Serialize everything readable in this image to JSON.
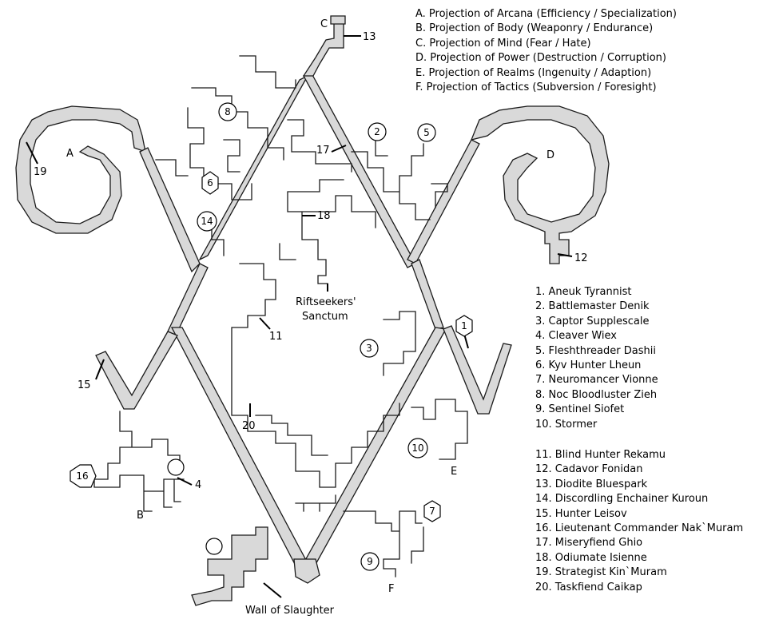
{
  "projections": [
    "A. Projection of Arcana (Efficiency / Specialization)",
    "B. Projection of Body (Weaponry / Endurance)",
    "C. Projection of Mind (Fear / Hate)",
    "D. Projection of Power (Destruction / Corruption)",
    "E. Projection of Realms (Ingenuity / Adaption)",
    "F. Projection of Tactics (Subversion / Foresight)"
  ],
  "npcs_group1": [
    "1. Aneuk Tyrannist",
    "2. Battlemaster Denik",
    "3. Captor Supplescale",
    "4. Cleaver Wiex",
    "5. Fleshthreader Dashii",
    "6. Kyv Hunter Lheun",
    "7. Neuromancer Vionne",
    "8. Noc Bloodluster Zieh",
    "9. Sentinel Siofet",
    "10. Stormer"
  ],
  "npcs_group2": [
    "11. Blind Hunter Rekamu",
    "12. Cadavor Fonidan",
    "13. Diodite Bluespark",
    "14. Discordling Enchainer Kuroun",
    "15. Hunter Leisov",
    "16. Lieutenant Commander Nak`Muram",
    "17. Miseryfiend Ghio",
    "18. Odiumate Isienne",
    "19. Strategist Kin`Muram",
    "20. Taskfiend Caikap"
  ],
  "map_labels": {
    "A": "A",
    "B": "B",
    "C": "C",
    "D": "D",
    "E": "E",
    "F": "F",
    "n11": "11",
    "n12": "12",
    "n13": "13",
    "n15": "15",
    "n17": "17",
    "n18": "18",
    "n19": "19",
    "n20": "20",
    "n4": "4",
    "sanctum_1": "Riftseekers'",
    "sanctum_2": "Sanctum",
    "wall": "Wall of Slaughter"
  },
  "markers": {
    "m1": "1",
    "m2": "2",
    "m3": "3",
    "m5": "5",
    "m6": "6",
    "m7": "7",
    "m8": "8",
    "m9": "9",
    "m10": "10",
    "m14": "14",
    "m16": "16"
  },
  "colors": {
    "corridor": "#d9d9d9",
    "outline": "#1a1a1a",
    "background": "#ffffff"
  }
}
